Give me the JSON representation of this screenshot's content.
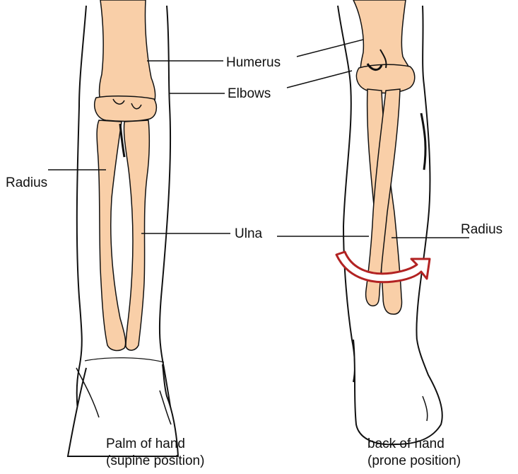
{
  "labels": {
    "humerus": "Humerus",
    "elbows": "Elbows",
    "radius_left": "Radius",
    "ulna": "Ulna",
    "radius_right": "Radius"
  },
  "captions": {
    "left_line1": "Palm of hand",
    "left_line2": "(supine position)",
    "right_line1": "back of hand",
    "right_line2": "(prone position)"
  },
  "colors": {
    "bone_fill": "#f9cfa8",
    "outline": "#111111",
    "arrow": "#b22222",
    "background": "#ffffff"
  }
}
